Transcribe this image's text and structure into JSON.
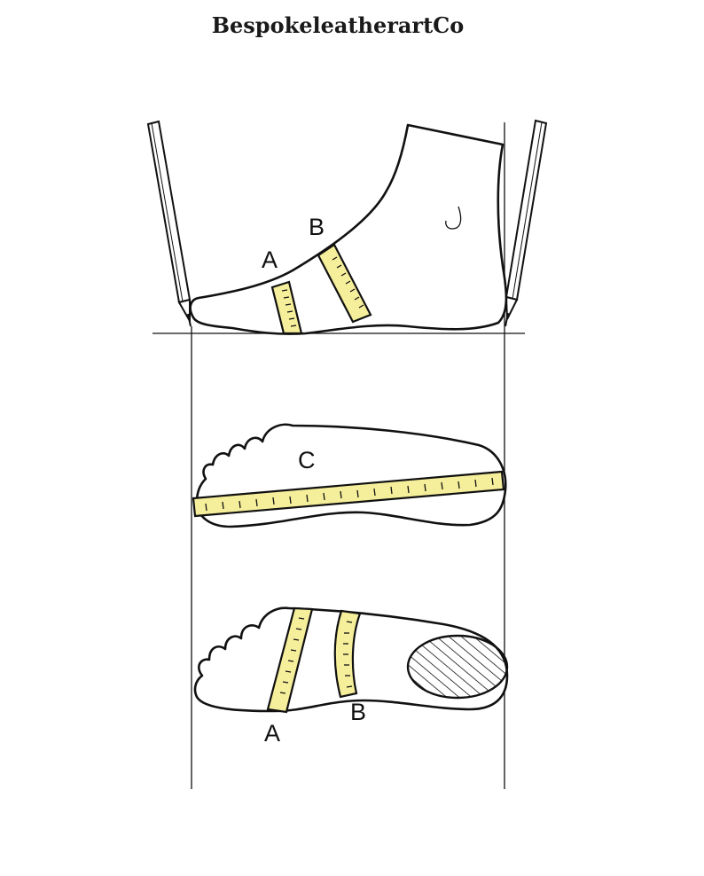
{
  "header": {
    "title": "BespokeleatherartCo"
  },
  "labels": {
    "side_a": "A",
    "side_b": "B",
    "arch": "J",
    "length": "C",
    "bottom_a": "A",
    "bottom_b": "B"
  },
  "colors": {
    "tape": "#f5ee9a",
    "line": "#111111",
    "background": "#ffffff"
  }
}
